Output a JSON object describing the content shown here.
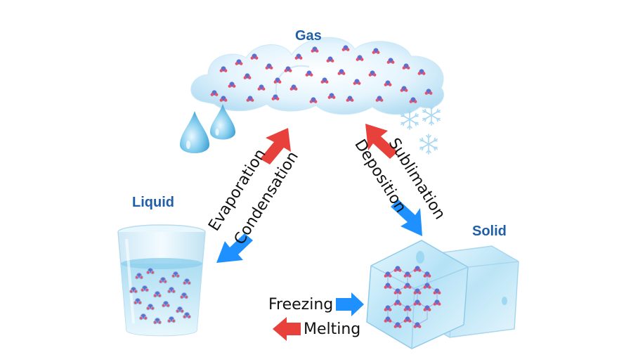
{
  "states": {
    "gas": "Gas",
    "liquid": "Liquid",
    "solid": "Solid"
  },
  "processes": {
    "evaporation": "Evaporation",
    "condensation": "Condensation",
    "deposition": "Deposition",
    "sublimation": "Sublimation",
    "freezing": "Freezing",
    "melting": "Melting"
  },
  "colors": {
    "state_label": "#1f5fa8",
    "arrow_red": "#e8403a",
    "arrow_blue": "#1e90ff",
    "molecule_body": "#5a6fd0",
    "molecule_atom": "#e8506a",
    "cloud": "#dff2fc",
    "ice": "#bfe6f7",
    "water": "#9fd8f0"
  },
  "icons": [
    "cloud-icon",
    "raindrop-icon",
    "snowflake-icon",
    "glass-icon",
    "ice-cube-icon",
    "arrow-icon"
  ]
}
